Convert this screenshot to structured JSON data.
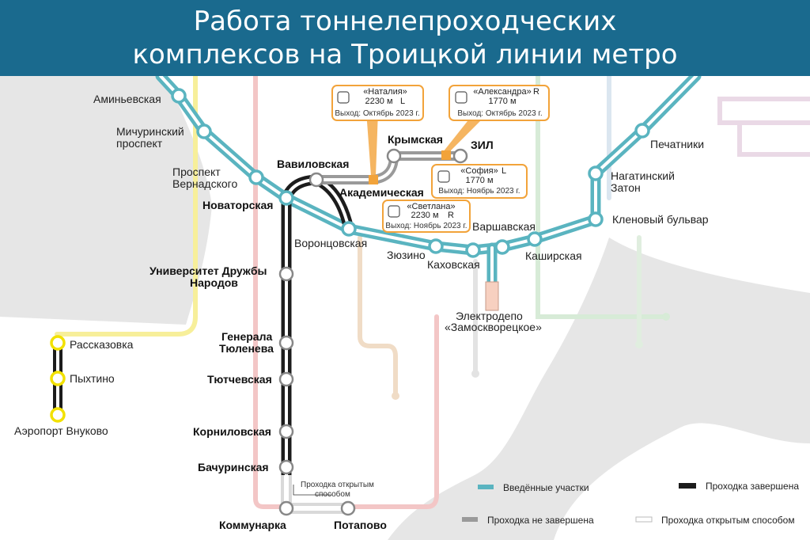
{
  "title": {
    "line1": "Работа тоннелепроходческих",
    "line2": "комплексов на Троицкой линии метро"
  },
  "colors": {
    "title_bg": "#1a6a8e",
    "built": "#5ab4c0",
    "drilled": "#1c1c1c",
    "not_finished": "#9a9a9a",
    "open_cut": "#d9d9d9",
    "solntsevskaya": "#f5e26a",
    "tbm_callout": "#f2a33a"
  },
  "stations": {
    "aminevskaya": "Аминьевская",
    "michurinsky_1": "Мичуринский",
    "michurinsky_2": "проспект",
    "vernadskogo_1": "Проспект",
    "vernadskogo_2": "Вернадского",
    "novatorskaya": "Новаторская",
    "vavilovskaya": "Вавиловская",
    "akademicheskaya": "Академическая",
    "vorontsovskaya": "Воронцовская",
    "krymskaya": "Крымская",
    "zil": "ЗИЛ",
    "pechatniki": "Печатники",
    "nagatinsky_1": "Нагатинский",
    "nagatinsky_2": "Затон",
    "klenovy": "Кленовый бульвар",
    "kashirskaya": "Каширская",
    "varshavskaya": "Варшавская",
    "kakhovskaya": "Каховская",
    "zyuzino": "Зюзино",
    "universitet_1": "Университет Дружбы",
    "universitet_2": "Народов",
    "generala_1": "Генерала",
    "generala_2": "Тюленева",
    "tyutchevskaya": "Тютчевская",
    "kornilovskaya": "Корниловская",
    "bachurinskaya": "Бачуринская",
    "kommunarka": "Коммунарка",
    "potapovo": "Потапово",
    "rasskazovka": "Рассказовка",
    "pykhtino": "Пыхтино",
    "vnukovo": "Аэропорт Внуково",
    "depot_1": "Электродепо",
    "depot_2": "«Замоскворецкое»",
    "open_cut_1": "Проходка открытым",
    "open_cut_2": "способом"
  },
  "tbms": [
    {
      "name": "«Наталия»",
      "length": "2230 м",
      "dir": "L",
      "exit": "Выход: Октябрь 2023 г."
    },
    {
      "name": "«Александра»",
      "length": "1770 м",
      "dir": "R",
      "exit": "Выход: Октябрь 2023 г."
    },
    {
      "name": "«София»",
      "length": "1770 м",
      "dir": "L",
      "exit": "Выход: Ноябрь 2023 г."
    },
    {
      "name": "«Светлана»",
      "length": "2230 м",
      "dir": "R",
      "exit": "Выход: Ноябрь 2023 г."
    }
  ],
  "legend": {
    "built": "Введённые участки",
    "drilled": "Проходка завершена",
    "not_finished": "Проходка не завершена",
    "open_cut": "Проходка открытым способом"
  }
}
